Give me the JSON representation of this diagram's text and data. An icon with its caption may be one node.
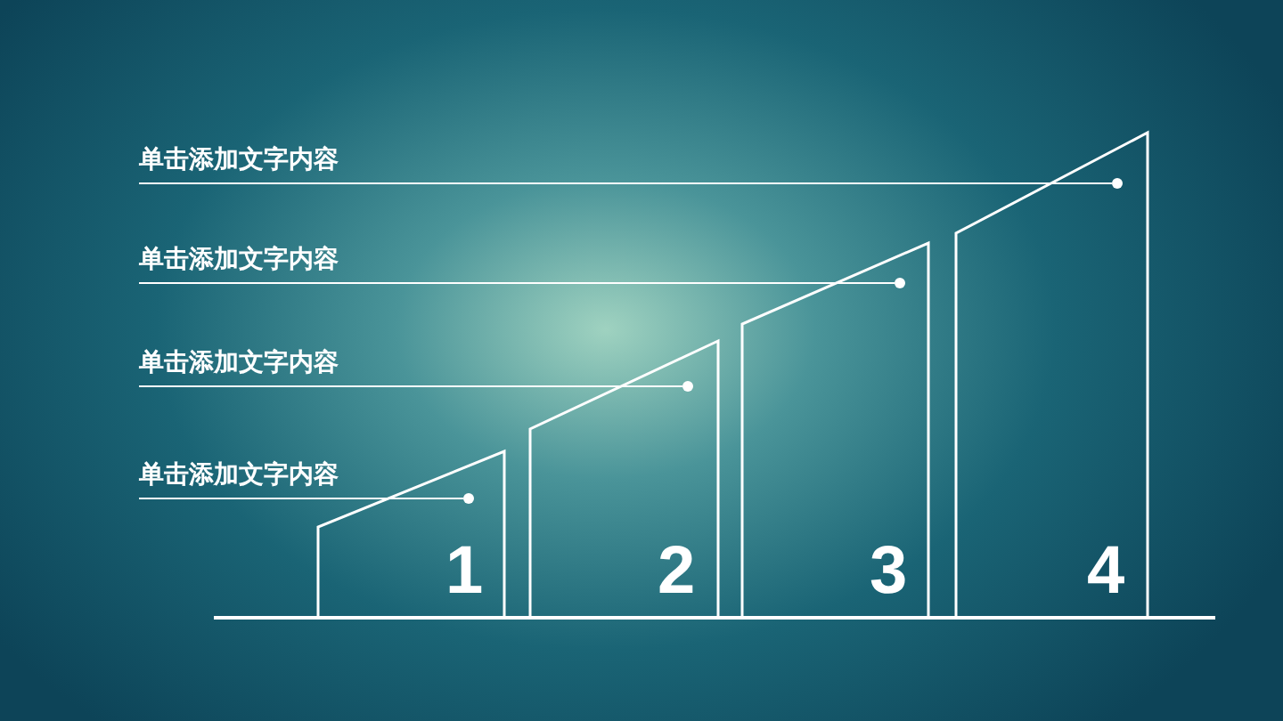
{
  "diagram": {
    "nodes": [
      {
        "text": [
          "单击添加文字内容"
        ]
      },
      {
        "text": [
          "单击添加文字内容"
        ]
      },
      {
        "text": [
          "单击添加文字内容"
        ]
      },
      {
        "text": [
          "单击添加文字内容"
        ]
      },
      {
        "text": [
          "1"
        ]
      },
      {
        "text": [
          "2"
        ]
      },
      {
        "text": [
          "3"
        ]
      },
      {
        "text": [
          "4"
        ]
      },
      {
        "text": [],
        "shape": "circle",
        "in": 7
      },
      {
        "text": [],
        "shape": "circle",
        "in": 6
      },
      {
        "text": [],
        "shape": "circle",
        "in": 5
      },
      {
        "text": [],
        "shape": "circle",
        "in": 4
      }
    ],
    "edges": [
      {
        "from": 0,
        "to": 8,
        "arrow": "none"
      },
      {
        "from": 1,
        "to": 9,
        "arrow": "none"
      },
      {
        "from": 2,
        "to": 10,
        "arrow": "none"
      },
      {
        "from": 3,
        "to": 11,
        "arrow": "none"
      }
    ]
  }
}
